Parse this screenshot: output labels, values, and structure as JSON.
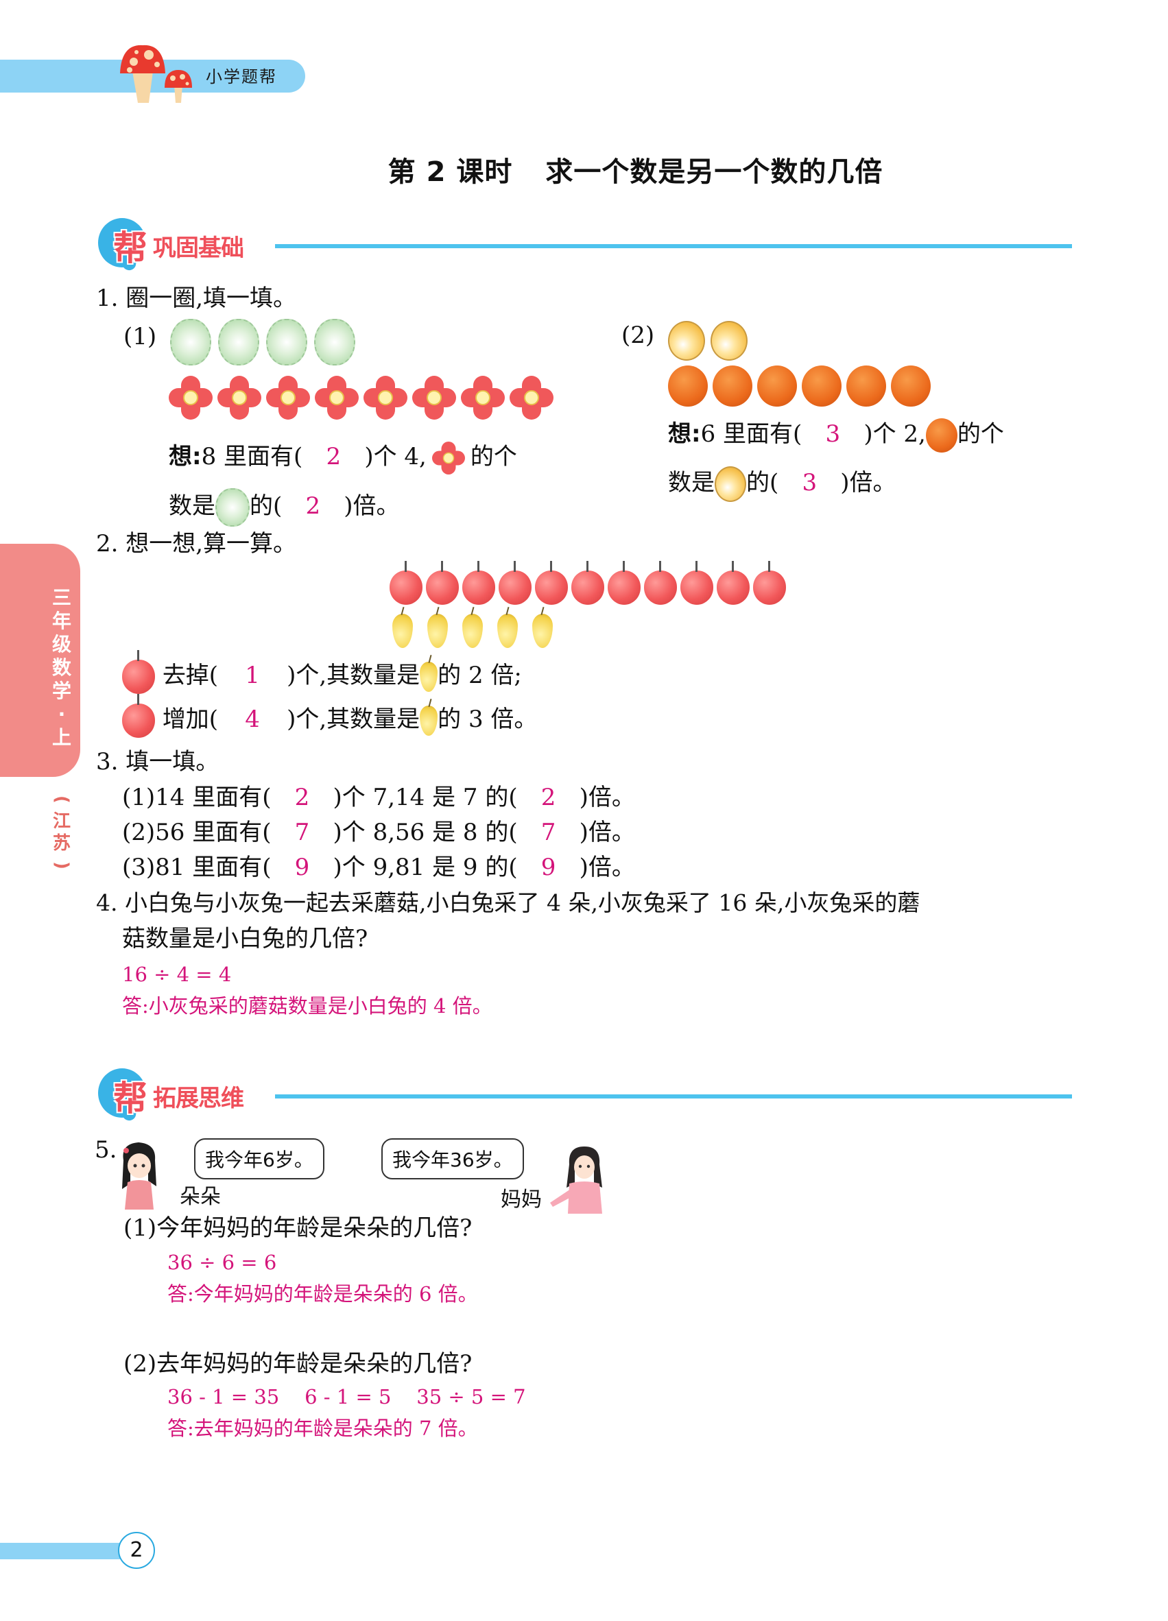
{
  "header": {
    "brand": "小学题帮",
    "page_title_prefix": "第 2 课时",
    "page_title_main": "求一个数是另一个数的几倍"
  },
  "side_tab": {
    "grade": [
      "三",
      "年",
      "级",
      "数",
      "学",
      "·",
      "上"
    ],
    "region": [
      "(",
      "江",
      "苏",
      ")"
    ]
  },
  "sections": {
    "basic": {
      "bang": "帮",
      "label": "巩固基础"
    },
    "extend": {
      "bang": "帮",
      "label": "拓展思维"
    }
  },
  "q1": {
    "title": "1. 圈一圈,填一填。",
    "part1": {
      "label": "(1)",
      "cabbage_count": 4,
      "flower_count": 8,
      "think_prefix": "想:",
      "line1_a": "8 里面有(",
      "answer1": "2",
      "line1_b": ")个 4,",
      "line1_c": "的个",
      "line2_a": "数是",
      "line2_b": "的(",
      "answer2": "2",
      "line2_c": ")倍。"
    },
    "part2": {
      "label": "(2)",
      "volleyball_count": 2,
      "basketball_count": 6,
      "think_prefix": "想:",
      "line1_a": "6 里面有(",
      "answer1": "3",
      "line1_b": ")个 2,",
      "line1_c": "的个",
      "line2_a": "数是",
      "line2_b": "的(",
      "answer2": "3",
      "line2_c": ")倍。"
    }
  },
  "q2": {
    "title": "2. 想一想,算一算。",
    "apple_count": 11,
    "pear_count": 5,
    "line1": {
      "a": "去掉(",
      "answer": "1",
      "b": ")个,其数量是",
      "c": "的 2 倍;"
    },
    "line2": {
      "a": "增加(",
      "answer": "4",
      "b": ")个,其数量是",
      "c": "的 3 倍。"
    }
  },
  "q3": {
    "title": "3. 填一填。",
    "items": [
      {
        "a": "(1)14 里面有(",
        "ans1": "2",
        "b": ")个 7,14 是 7 的(",
        "ans2": "2",
        "c": ")倍。"
      },
      {
        "a": "(2)56 里面有(",
        "ans1": "7",
        "b": ")个 8,56 是 8 的(",
        "ans2": "7",
        "c": ")倍。"
      },
      {
        "a": "(3)81 里面有(",
        "ans1": "9",
        "b": ")个 9,81 是 9 的(",
        "ans2": "9",
        "c": ")倍。"
      }
    ]
  },
  "q4": {
    "line1": "4. 小白兔与小灰兔一起去采蘑菇,小白兔采了 4 朵,小灰兔采了 16 朵,小灰兔采的蘑",
    "line2": "菇数量是小白兔的几倍?",
    "calc": "16 ÷ 4 = 4",
    "answer": "答:小灰兔采的蘑菇数量是小白兔的 4 倍。"
  },
  "q5": {
    "number": "5.",
    "girl_speech": "我今年6岁。",
    "girl_name": "朵朵",
    "mom_speech": "我今年36岁。",
    "mom_name": "妈妈",
    "part1": {
      "question": "(1)今年妈妈的年龄是朵朵的几倍?",
      "calc": "36 ÷ 6 = 6",
      "answer": "答:今年妈妈的年龄是朵朵的 6 倍。"
    },
    "part2": {
      "question": "(2)去年妈妈的年龄是朵朵的几倍?",
      "calc": "36 - 1 = 35    6 - 1 = 5    35 ÷ 5 = 7",
      "answer": "答:去年妈妈的年龄是朵朵的 7 倍。"
    }
  },
  "footer": {
    "page_number": "2"
  },
  "colors": {
    "banner_blue": "#8dd3f5",
    "section_red": "#ef4f5a",
    "section_line": "#4dc3ee",
    "side_tab": "#f28b88",
    "answer_magenta": "#d4147a"
  }
}
